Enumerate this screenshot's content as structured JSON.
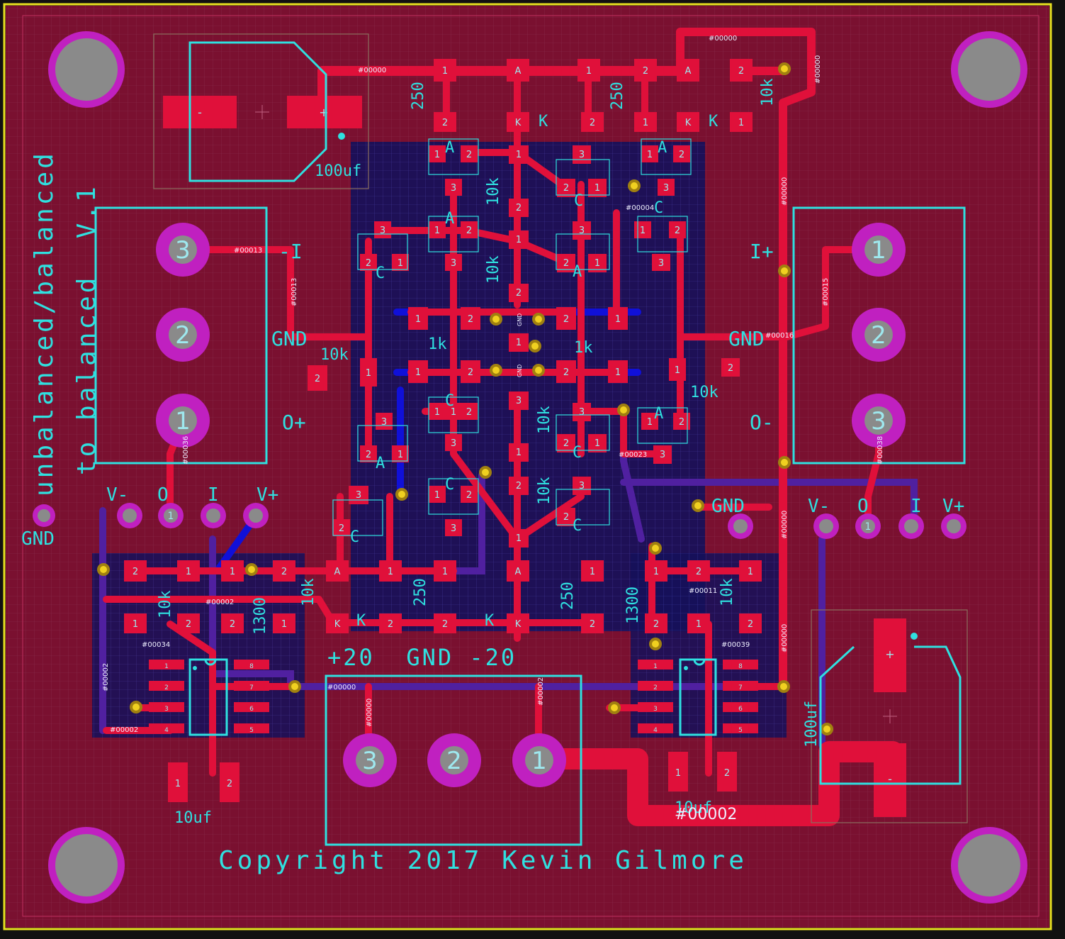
{
  "colors": {
    "board": "#7a1030",
    "copper_top": "#e0103a",
    "copper_bottom": "#1010d8",
    "silkscreen": "#2fe0e0",
    "pad_ring": "#c020c0",
    "drill": "#8a8a8a",
    "via_ring": "#b09010",
    "outline": "#e8e020"
  },
  "board_text": {
    "title_line1": "unbalanced/balanced",
    "title_line2": "to balanced  V.1",
    "copyright": "Copyright 2017 Kevin Gilmore",
    "gnd_corner": "GND",
    "power_label": "+20  GND -20"
  },
  "connectors": {
    "left_input": {
      "pins": [
        "3",
        "2",
        "1"
      ],
      "labels": [
        "-I",
        "GND",
        "O+"
      ]
    },
    "right_input": {
      "pins": [
        "1",
        "2",
        "3"
      ],
      "labels": [
        "I+",
        "GND",
        "O-"
      ]
    },
    "left_header": {
      "labels": [
        "V-",
        "O",
        "I",
        "V+"
      ],
      "pin1": "1"
    },
    "right_header": {
      "labels": [
        "V-",
        "O",
        "I",
        "V+"
      ],
      "pin1": "1",
      "gnd": "GND"
    },
    "power": {
      "pins": [
        "3",
        "2",
        "1"
      ]
    }
  },
  "components": {
    "cap_top": "100uf",
    "cap_right": "100uf",
    "cap_small_left": "10uf",
    "cap_small_right": "10uf",
    "res_10k": "10k",
    "res_1k": "1k",
    "res_250": "250",
    "res_1300": "1300",
    "diode_a": "A",
    "diode_k": "K",
    "diode_c": "C"
  },
  "nets": {
    "n0": "#00000",
    "n2": "#00002",
    "n13": "#00013",
    "n15": "#00015",
    "n16": "#00016",
    "n23": "#00023",
    "n36": "#00036",
    "n38": "#00038",
    "n39": "#00039",
    "n34": "#00034",
    "n4": "#00004",
    "n11": "#00011",
    "gndnet": "GND"
  }
}
